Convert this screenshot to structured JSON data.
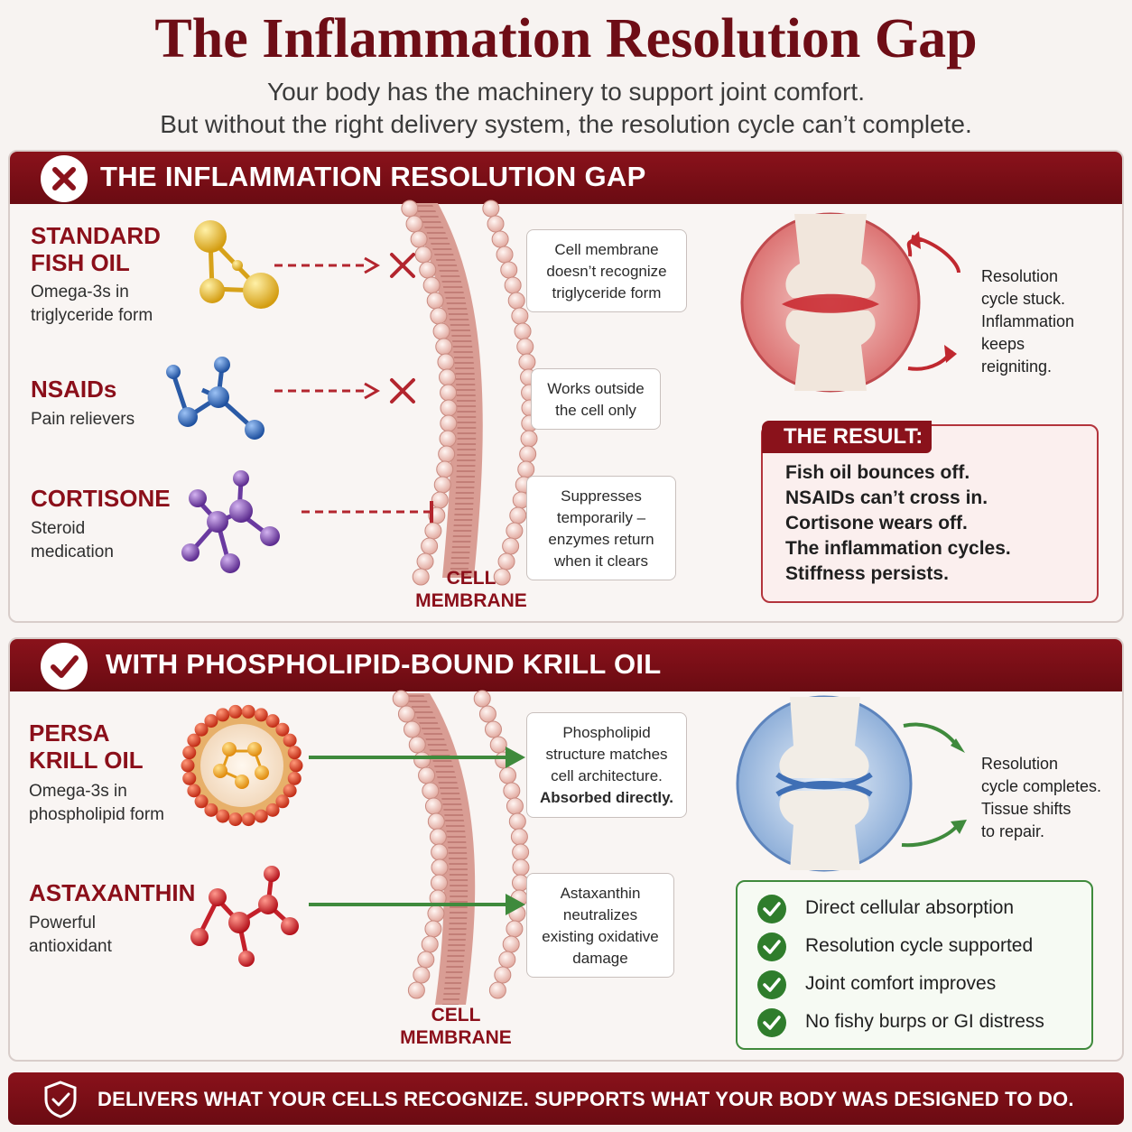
{
  "header": {
    "title": "The Inflammation Resolution Gap",
    "subtitle_line1": "Your body has the machinery to support joint comfort.",
    "subtitle_line2": "But without the right delivery system, the resolution cycle can’t complete."
  },
  "gap_panel": {
    "heading": "THE INFLAMMATION RESOLUTION GAP",
    "items": [
      {
        "title_line1": "STANDARD",
        "title_line2": "FISH OIL",
        "desc_line1": "Omega-3s in",
        "desc_line2": "triglyceride form"
      },
      {
        "title_line1": "NSAIDs",
        "desc_line1": "Pain relievers"
      },
      {
        "title_line1": "CORTISONE",
        "desc_line1": "Steroid",
        "desc_line2": "medication"
      }
    ],
    "callouts": [
      {
        "line1": "Cell membrane",
        "line2": "doesn’t recognize",
        "line3": "triglyceride form"
      },
      {
        "line1": "Works outside",
        "line2": "the cell only"
      },
      {
        "line1": "Suppresses",
        "line2": "temporarily –",
        "line3": "enzymes return",
        "line4": "when it clears"
      }
    ],
    "membrane_label_line1": "CELL",
    "membrane_label_line2": "MEMBRANE",
    "joint_note": [
      "Resolution",
      "cycle stuck.",
      "Inflammation",
      "keeps",
      "reigniting."
    ],
    "result_tag": "THE RESULT:",
    "result_lines": [
      "Fish oil bounces off.",
      "NSAIDs can’t cross in.",
      "Cortisone wears off.",
      "The inflammation cycles.",
      "Stiffness persists."
    ]
  },
  "krill_panel": {
    "heading": "WITH PHOSPHOLIPID-BOUND KRILL OIL",
    "items": [
      {
        "title_line1": "PERSA",
        "title_line2": "KRILL OIL",
        "desc_line1": "Omega-3s in",
        "desc_line2": "phospholipid form"
      },
      {
        "title_line1": "ASTAXANTHIN",
        "desc_line1": "Powerful",
        "desc_line2": "antioxidant"
      }
    ],
    "callouts": [
      {
        "line1": "Phospholipid",
        "line2": "structure matches",
        "line3": "cell architecture.",
        "line4": "Absorbed directly."
      },
      {
        "line1": "Astaxanthin",
        "line2": "neutralizes",
        "line3": "existing oxidative",
        "line4": "damage"
      }
    ],
    "membrane_label_line1": "CELL",
    "membrane_label_line2": "MEMBRANE",
    "joint_note": [
      "Resolution",
      "cycle completes.",
      "Tissue shifts",
      "to repair."
    ],
    "benefits": [
      "Direct cellular absorption",
      "Resolution cycle supported",
      "Joint comfort improves",
      "No fishy burps or GI distress"
    ]
  },
  "footer": {
    "text": "DELIVERS WHAT YOUR CELLS RECOGNIZE. SUPPORTS WHAT YOUR BODY WAS DESIGNED TO DO."
  },
  "colors": {
    "brand_red": "#8a121b",
    "accent_green": "#3f8a3c",
    "membrane_pink": "#f1cfc8"
  },
  "icons": {
    "gap_badge": "x-icon",
    "krill_badge": "check-icon",
    "footer_badge": "shield-check-icon"
  }
}
